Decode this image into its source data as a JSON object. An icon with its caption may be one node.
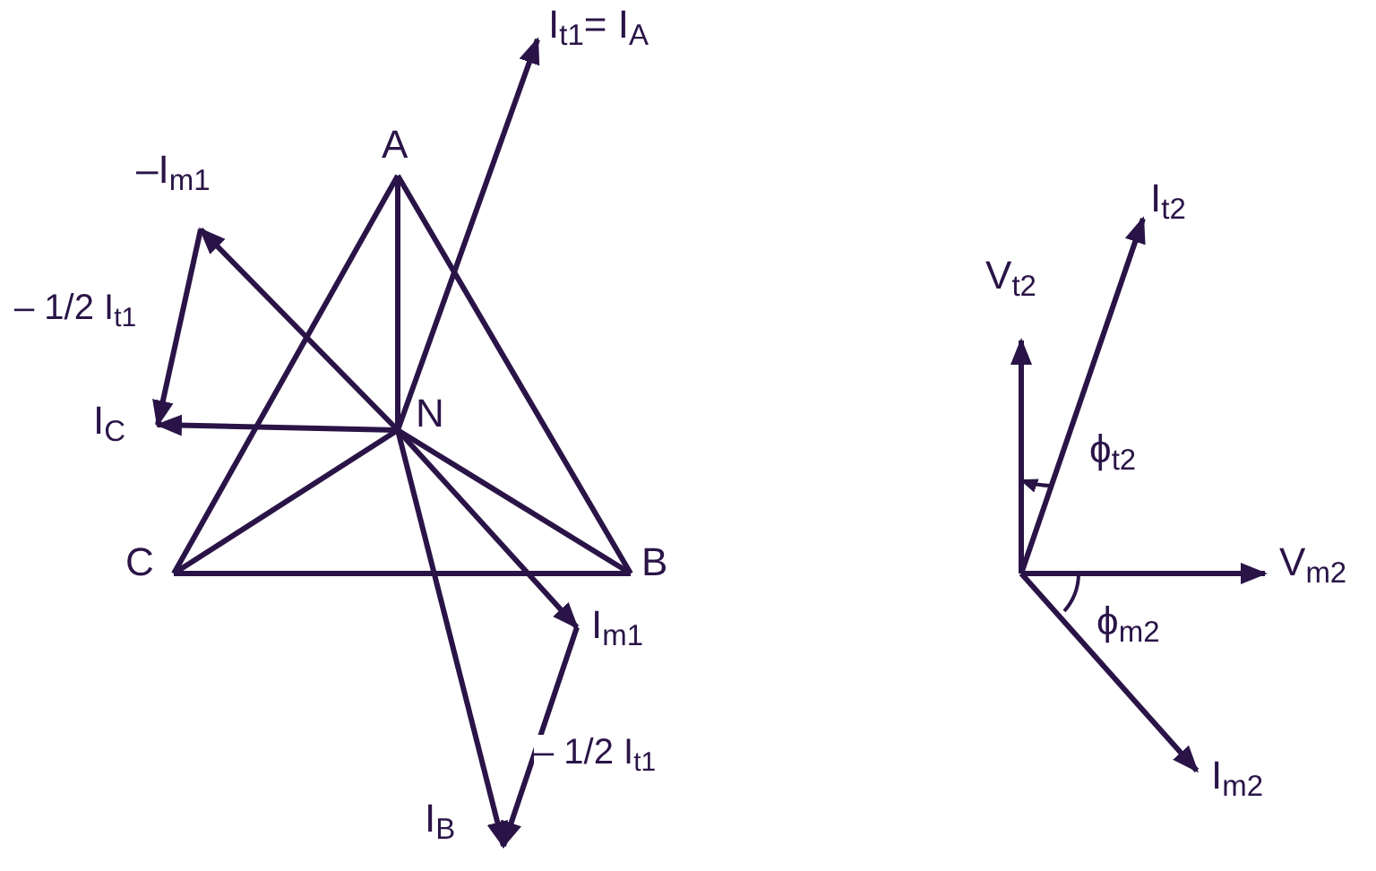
{
  "diagram": {
    "nodes": [
      {
        "text": [
          "A"
        ]
      },
      {
        "text": [
          "B"
        ]
      },
      {
        "text": [
          "C"
        ]
      },
      {
        "text": [
          "N"
        ]
      },
      {
        "text": [
          "I$_{t1}$= I$_{A}$"
        ]
      },
      {
        "text": [
          "–I$_{m1}$"
        ]
      },
      {
        "text": [
          "I$_{C}$"
        ]
      },
      {
        "text": [
          "I$_{m1}$"
        ]
      },
      {
        "text": [
          "I$_{B}$"
        ]
      },
      {
        "text": [
          "V$_{t2}$"
        ]
      },
      {
        "text": [
          "I$_{t2}$"
        ]
      },
      {
        "text": [
          "V$_{m2}$"
        ]
      },
      {
        "text": [
          "I$_{m2}$"
        ]
      }
    ],
    "edges": [
      {
        "from": 0,
        "to": 1,
        "arrow": "none"
      },
      {
        "from": 1,
        "to": 2,
        "arrow": "none"
      },
      {
        "from": 2,
        "to": 0,
        "arrow": "none"
      },
      {
        "from": 3,
        "to": 0,
        "arrow": "none"
      },
      {
        "from": 3,
        "to": 1,
        "arrow": "none"
      },
      {
        "from": 3,
        "to": 2,
        "arrow": "none"
      },
      {
        "from": 3,
        "to": 4,
        "arrow": "to"
      },
      {
        "from": 3,
        "to": 5,
        "arrow": "to"
      },
      {
        "from": 3,
        "to": 6,
        "arrow": "to"
      },
      {
        "from": 3,
        "to": 7,
        "arrow": "to"
      },
      {
        "from": 3,
        "to": 8,
        "arrow": "to"
      },
      {
        "from": 5,
        "to": 6,
        "arrow": "to",
        "label": "– 1/2 I$_{t1}$"
      },
      {
        "from": 7,
        "to": 8,
        "arrow": "to",
        "label": "– 1/2 I$_{t1}$"
      },
      {
        "from": null,
        "to": 9,
        "arrow": "to"
      },
      {
        "from": null,
        "to": 10,
        "arrow": "to"
      },
      {
        "from": null,
        "to": 11,
        "arrow": "to"
      },
      {
        "from": null,
        "to": 12,
        "arrow": "to"
      }
    ],
    "labels": [
      "ϕ$_{t2}$",
      "ϕ$_{m2}$"
    ]
  }
}
